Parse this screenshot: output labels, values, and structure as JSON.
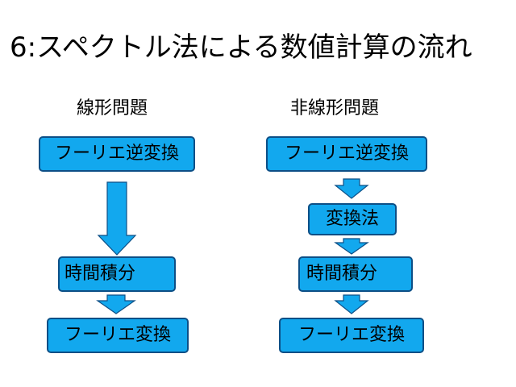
{
  "title": "6:スペクトル法による数値計算の流れ",
  "linear": {
    "heading": "線形問題",
    "steps": [
      "フーリエ逆変換",
      "時間積分",
      "フーリエ変換"
    ]
  },
  "nonlinear": {
    "heading": "非線形問題",
    "steps": [
      "フーリエ逆変換",
      "変換法",
      "時間積分",
      "フーリエ変換"
    ]
  },
  "colors": {
    "box_fill": "#12a8ee",
    "box_border": "#0d4f86",
    "arrow_fill": "#12a8ee",
    "arrow_stroke": "#0d4f86"
  }
}
